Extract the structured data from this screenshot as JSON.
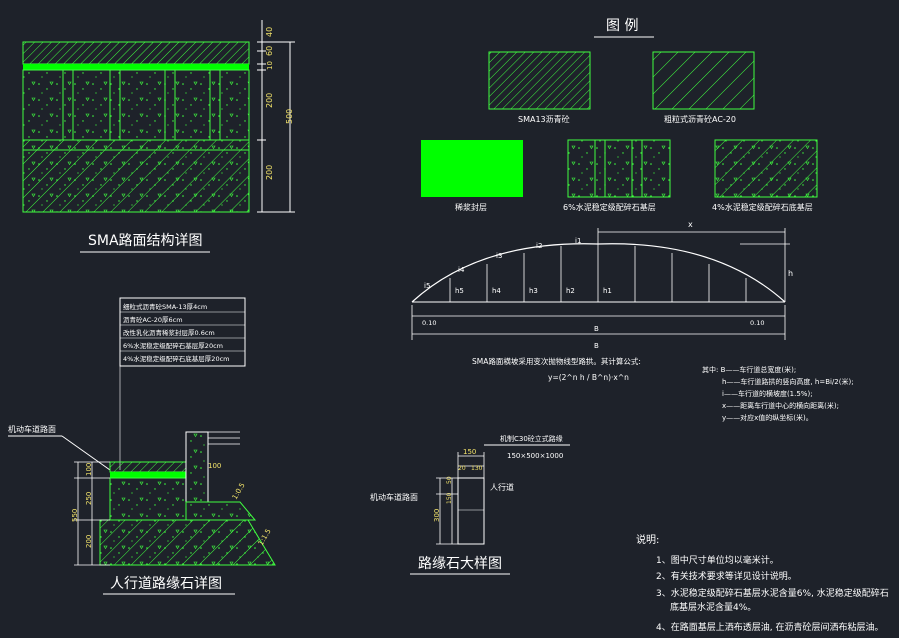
{
  "legend": {
    "title": "图  例",
    "items": [
      {
        "label": "SMA13沥青砼",
        "pattern": "hatch-dense"
      },
      {
        "label": "粗粒式沥青砼AC-20",
        "pattern": "hatch-wide"
      },
      {
        "label": "稀浆封层",
        "pattern": "solid-green"
      },
      {
        "label": "6%水泥稳定级配碎石基层",
        "pattern": "concrete-joint"
      },
      {
        "label": "4%水泥稳定级配碎石底基层",
        "pattern": "concrete-hatch"
      }
    ]
  },
  "sma_detail": {
    "title": "SMA路面结构详图",
    "dims": [
      "40",
      "60",
      "10",
      "200",
      "200",
      "500"
    ]
  },
  "sidewalk_detail": {
    "title": "人行道路缘石详图",
    "layer_notes": [
      "细粒式沥青砼SMA-13厚4cm",
      "沥青砼AC-20厚6cm",
      "改性乳化沥青稀浆封层厚0.6cm",
      "6%水泥稳定级配碎石基层厚20cm",
      "4%水泥稳定级配碎石底基层厚20cm"
    ],
    "road_label": "机动车道路面",
    "dims": [
      "100",
      "250",
      "200",
      "550",
      "100"
    ],
    "slope_labels": [
      "1:0.5",
      "1:1.5"
    ]
  },
  "curb_detail": {
    "title": "路缘石大样图",
    "spec": "机制C30砼立式路缘",
    "size": "150×500×1000",
    "road_label": "机动车道路面",
    "walk_label": "人行道",
    "dims_top": [
      "150",
      "20",
      "130"
    ],
    "dims_side": [
      "50",
      "150",
      "300"
    ]
  },
  "camber": {
    "b_label": "B",
    "x_label": "x",
    "h_label": "h",
    "i_labels": [
      "i1",
      "i2",
      "i3",
      "i4",
      "i5"
    ],
    "h_labels": [
      "h5",
      "h4",
      "h3",
      "h2",
      "h1"
    ],
    "edge_left": "0.10",
    "edge_right": "0.10",
    "center": "B",
    "formula_caption": "SMA路面横坡采用变次抛物线型路拱。其计算公式:",
    "formula": "y=(2^n h / B^n)·x^n",
    "notes": [
      "其中: B——车行道总宽度(米);",
      "h——车行道路拱的竖向高度, h=Bi/2(米);",
      "i——车行道的横坡度(1.5%);",
      "x——距离车行道中心的横向距离(米);",
      "y——对应x值的纵坐标(米)。"
    ]
  },
  "remarks": {
    "title": "说明:",
    "items": [
      "1、图中尺寸单位均以毫米计。",
      "2、有关技术要求等详见设计说明。",
      "3、水泥稳定级配碎石基层水泥含量6%, 水泥稳定级配碎石",
      "底基层水泥含量4%。",
      "4、在路面基层上洒布透层油, 在沥青砼层间洒布粘层油。"
    ]
  },
  "colors": {
    "background": "#1e222a",
    "lines": "#ffffff",
    "hatch": "#40ff40",
    "solid_green": "#00ff00",
    "dims": "#f2e36a"
  }
}
